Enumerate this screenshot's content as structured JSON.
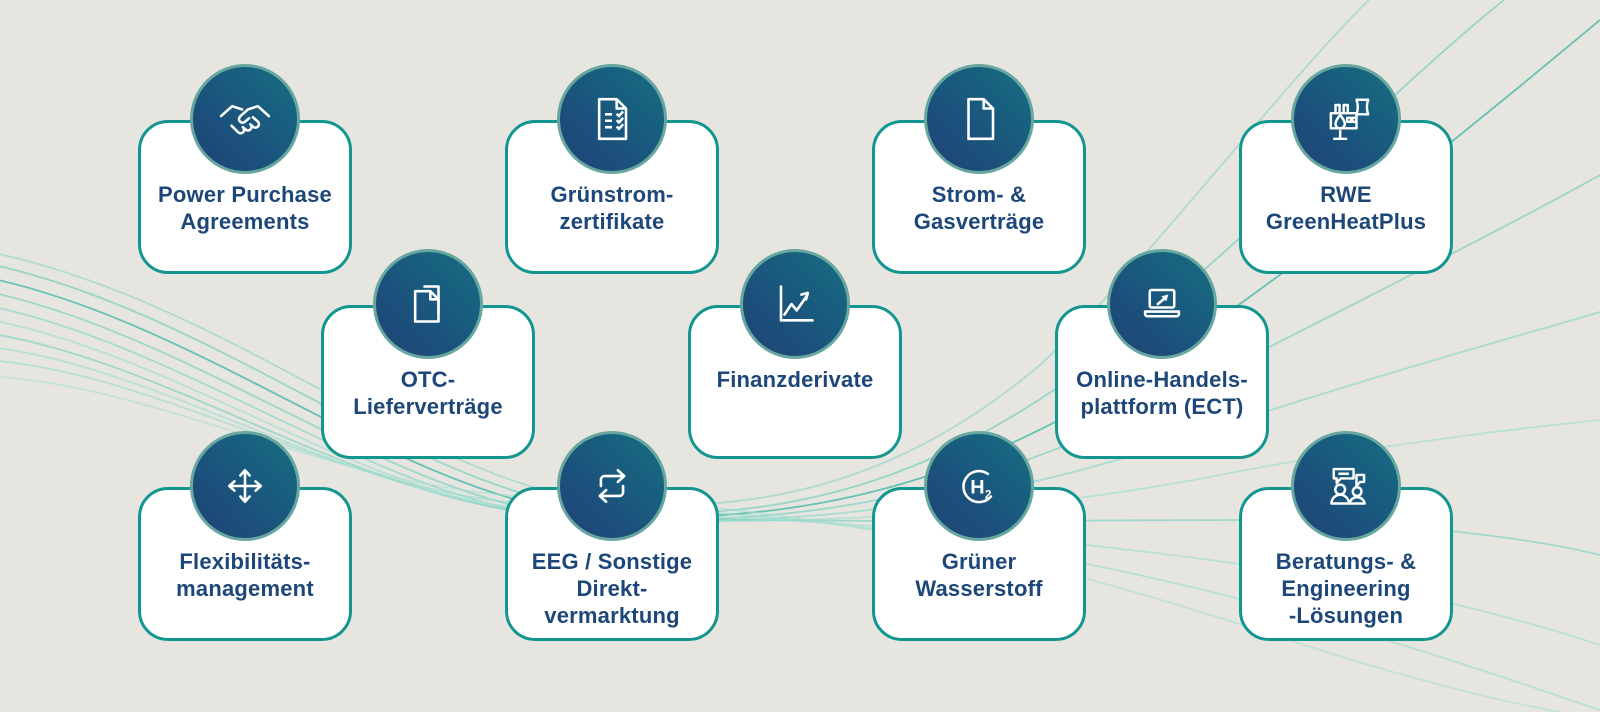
{
  "colors": {
    "background": "#e6e5e0",
    "card_border": "#12968f",
    "title_text": "#1d4778",
    "badge_gradient_start": "#156e82",
    "badge_gradient_end": "#1e4476",
    "badge_ring": "#67a79f",
    "wave_light": "#9ad6c9",
    "wave_medium": "#46b9a8"
  },
  "icons": {
    "hydrogen_symbol": "H",
    "hydrogen_subscript": "2"
  },
  "cards": [
    {
      "title": "Power Purchase\nAgreements",
      "icon": "handshake-icon"
    },
    {
      "title": "Grünstrom-\nzertifikate",
      "icon": "certificate-checklist-icon"
    },
    {
      "title": "Strom- &\nGasverträge",
      "icon": "contract-document-icon"
    },
    {
      "title": "RWE\nGreenHeatPlus",
      "icon": "heat-plant-icon"
    },
    {
      "title": "OTC-\nLieferverträge",
      "icon": "stacked-documents-icon"
    },
    {
      "title": "Finanzderivate",
      "icon": "trending-chart-icon"
    },
    {
      "title": "Online-Handels-\nplattform (ECT)",
      "icon": "laptop-cursor-icon"
    },
    {
      "title": "Flexibilitäts-\nmanagement",
      "icon": "move-arrows-icon"
    },
    {
      "title": "EEG / Sonstige\nDirekt-\nvermarktung",
      "icon": "swap-arrows-icon"
    },
    {
      "title": "Grüner\nWasserstoff",
      "icon": "hydrogen-icon"
    },
    {
      "title": "Beratungs- &\nEngineering\n-Lösungen",
      "icon": "consulting-people-icon"
    }
  ]
}
